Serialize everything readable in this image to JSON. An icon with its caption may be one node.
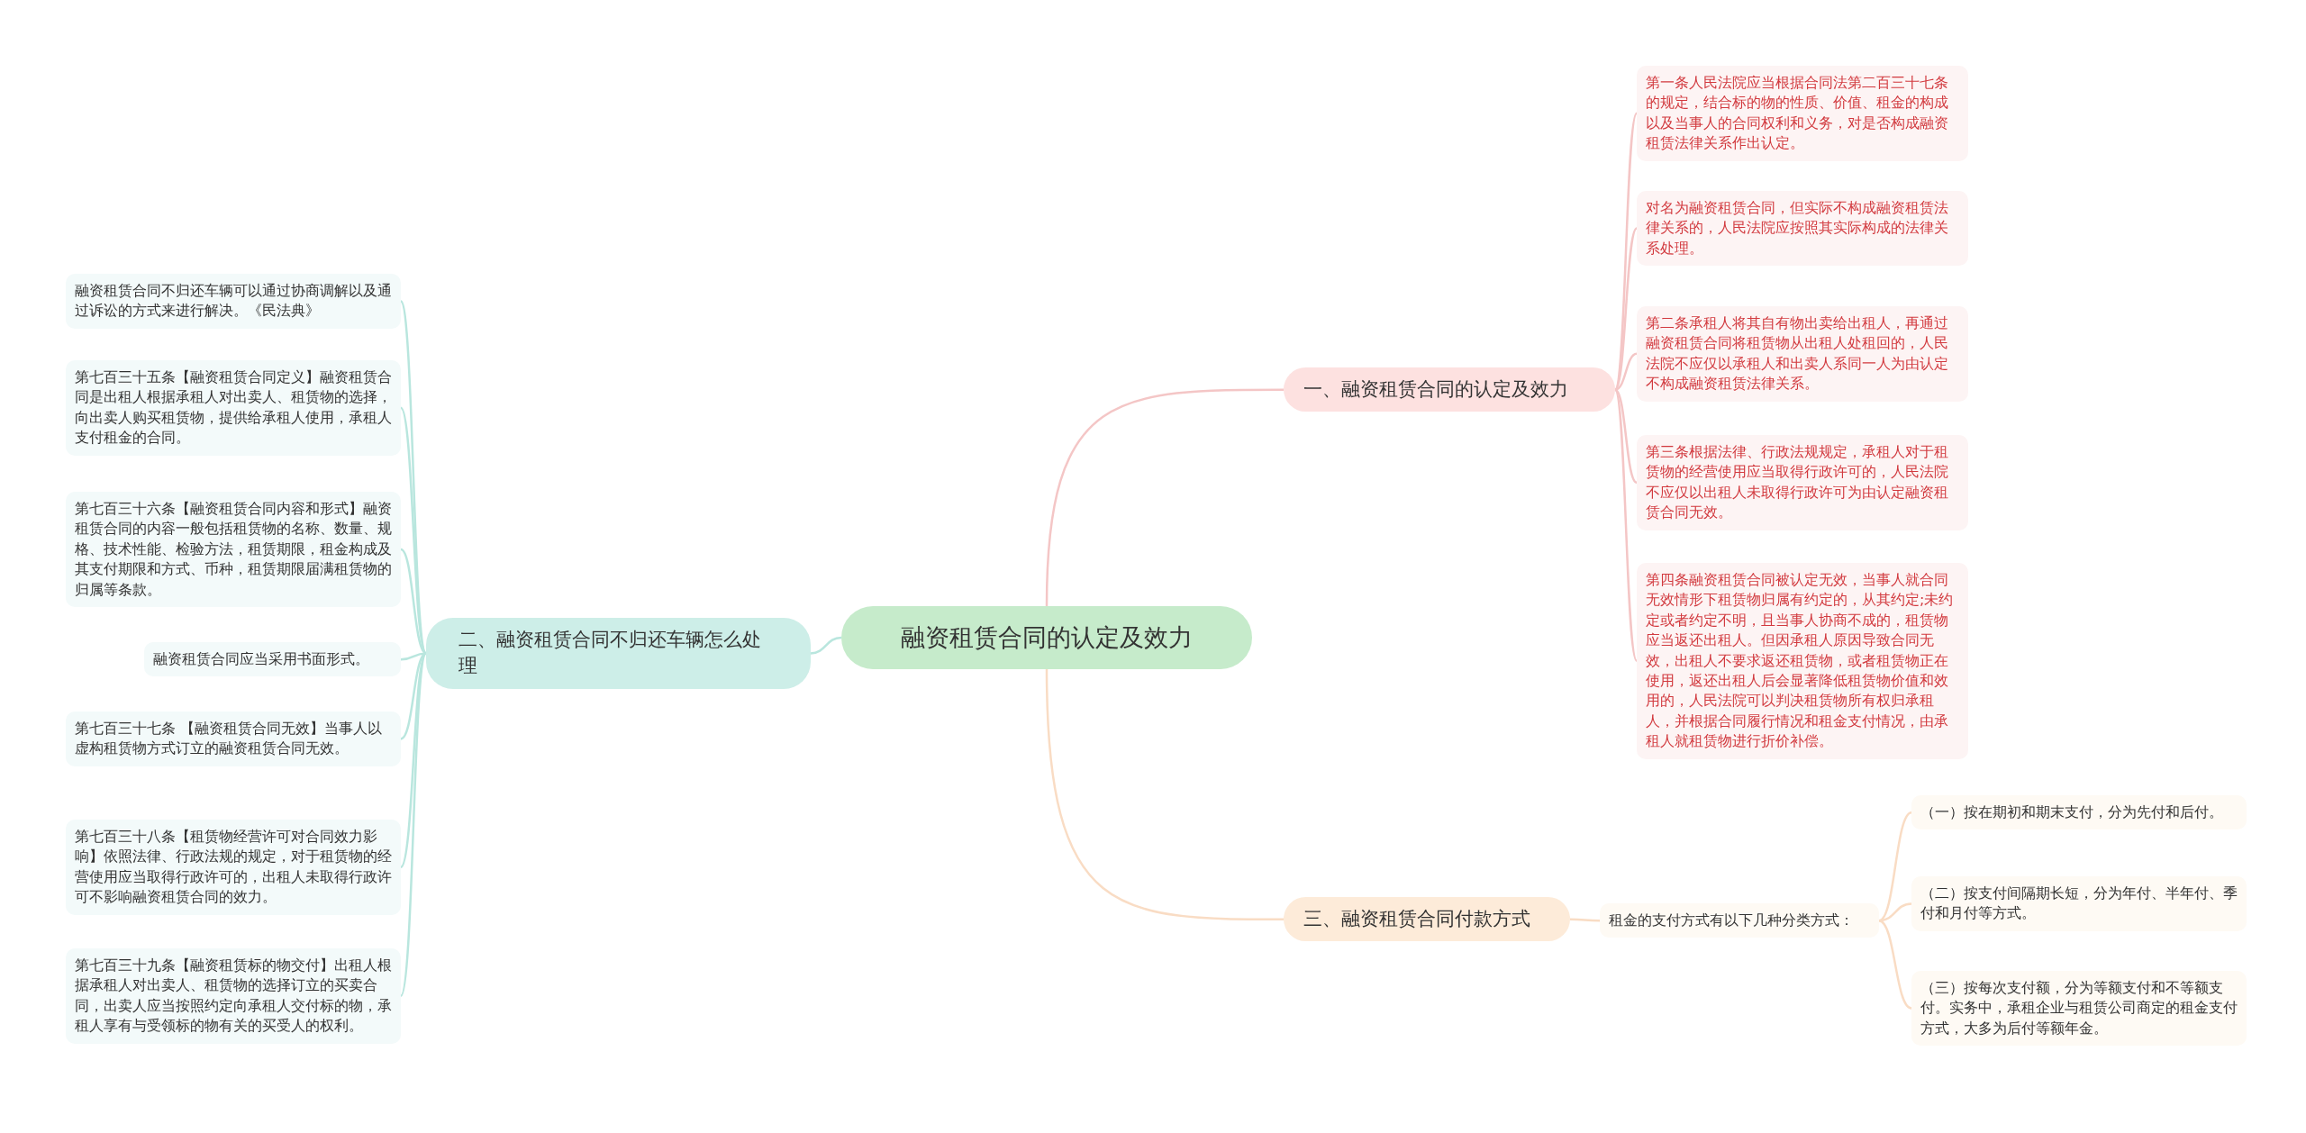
{
  "diagram": {
    "nodes": [
      {
        "text": [
          "融资租赁合同的认定及效力"
        ]
      },
      {
        "text": [
          "一、融资租赁合同的认定及效力"
        ]
      },
      {
        "text": [
          "第一条人民法院应当根据合同法第二百三十七条的规定，结合标的物的性质、价值、租金的构成以及当事人的合同权利和义务，对是否构成融资租赁法律关系作出认定。"
        ]
      },
      {
        "text": [
          "对名为融资租赁合同，但实际不构成融资租赁法律关系的，人民法院应按照其实际构成的法律关系处理。"
        ]
      },
      {
        "text": [
          "第二条承租人将其自有物出卖给出租人，再通过融资租赁合同将租赁物从出租人处租回的，人民法院不应仅以承租人和出卖人系同一人为由认定不构成融资租赁法律关系。"
        ]
      },
      {
        "text": [
          "第三条根据法律、行政法规规定，承租人对于租赁物的经营使用应当取得行政许可的，人民法院不应仅以出租人未取得行政许可为由认定融资租赁合同无效。"
        ]
      },
      {
        "text": [
          "第四条融资租赁合同被认定无效，当事人就合同无效情形下租赁物归属有约定的，从其约定;未约定或者约定不明，且当事人协商不成的，租赁物应当返还出租人。但因承租人原因导致合同无效，出租人不要求返还租赁物，或者租赁物正在使用，返还出租人后会显著降低租赁物价值和效用的，人民法院可以判决租赁物所有权归承租人，并根据合同履行情况和租金支付情况，由承租人就租赁物进行折价补偿。"
        ]
      },
      {
        "text": [
          "二、融资租赁合同不归还车辆怎么处理"
        ]
      },
      {
        "text": [
          "融资租赁合同不归还车辆可以通过协商调解以及通过诉讼的方式来进行解决。《民法典》"
        ]
      },
      {
        "text": [
          "第七百三十五条【融资租赁合同定义】融资租赁合同是出租人根据承租人对出卖人、租赁物的选择，向出卖人购买租赁物，提供给承租人使用，承租人支付租金的合同。"
        ]
      },
      {
        "text": [
          "第七百三十六条【融资租赁合同内容和形式】融资租赁合同的内容一般包括租赁物的名称、数量、规格、技术性能、检验方法，租赁期限，租金构成及其支付期限和方式、币种，租赁期限届满租赁物的归属等条款。"
        ]
      },
      {
        "text": [
          "融资租赁合同应当采用书面形式。"
        ]
      },
      {
        "text": [
          "第七百三十七条 【融资租赁合同无效】当事人以虚构租赁物方式订立的融资租赁合同无效。"
        ]
      },
      {
        "text": [
          "第七百三十八条【租赁物经营许可对合同效力影响】依照法律、行政法规的规定，对于租赁物的经营使用应当取得行政许可的，出租人未取得行政许可不影响融资租赁合同的效力。"
        ]
      },
      {
        "text": [
          "第七百三十九条【融资租赁标的物交付】出租人根据承租人对出卖人、租赁物的选择订立的买卖合同，出卖人应当按照约定向承租人交付标的物，承租人享有与受领标的物有关的买受人的权利。"
        ]
      },
      {
        "text": [
          "三、融资租赁合同付款方式"
        ]
      },
      {
        "text": [
          "租金的支付方式有以下几种分类方式："
        ]
      },
      {
        "text": [
          "（一）按在期初和期末支付，分为先付和后付。"
        ]
      },
      {
        "text": [
          "（二）按支付间隔期长短，分为年付、半年付、季付和月付等方式。"
        ]
      },
      {
        "text": [
          "（三）按每次支付额，分为等额支付和不等额支付。实务中，承租企业与租赁公司商定的租金支付方式，大多为后付等额年金。"
        ]
      }
    ],
    "edges": [
      {
        "from": 0,
        "to": 1,
        "arrow": "none",
        "color": "#f4c6c6"
      },
      {
        "from": 1,
        "to": 2,
        "arrow": "none",
        "color": "#f4c6c6"
      },
      {
        "from": 1,
        "to": 3,
        "arrow": "none",
        "color": "#f4c6c6"
      },
      {
        "from": 1,
        "to": 4,
        "arrow": "none",
        "color": "#f4c6c6"
      },
      {
        "from": 1,
        "to": 5,
        "arrow": "none",
        "color": "#f4c6c6"
      },
      {
        "from": 1,
        "to": 6,
        "arrow": "none",
        "color": "#f4c6c6"
      },
      {
        "from": 0,
        "to": 7,
        "arrow": "none"
      },
      {
        "from": 7,
        "to": 8,
        "arrow": "none"
      },
      {
        "from": 7,
        "to": 9,
        "arrow": "none"
      },
      {
        "from": 7,
        "to": 10,
        "arrow": "none"
      },
      {
        "from": 7,
        "to": 11,
        "arrow": "none"
      },
      {
        "from": 7,
        "to": 12,
        "arrow": "none"
      },
      {
        "from": 7,
        "to": 13,
        "arrow": "none"
      },
      {
        "from": 7,
        "to": 14,
        "arrow": "none"
      },
      {
        "from": 0,
        "to": 15,
        "arrow": "none",
        "color": "#f9dcc4"
      },
      {
        "from": 15,
        "to": 16,
        "arrow": "none",
        "color": "#f9dcc4"
      },
      {
        "from": 16,
        "to": 17,
        "arrow": "none",
        "color": "#f9dcc4"
      },
      {
        "from": 16,
        "to": 18,
        "arrow": "none",
        "color": "#f9dcc4"
      },
      {
        "from": 16,
        "to": 19,
        "arrow": "none",
        "color": "#f9dcc4"
      }
    ]
  }
}
